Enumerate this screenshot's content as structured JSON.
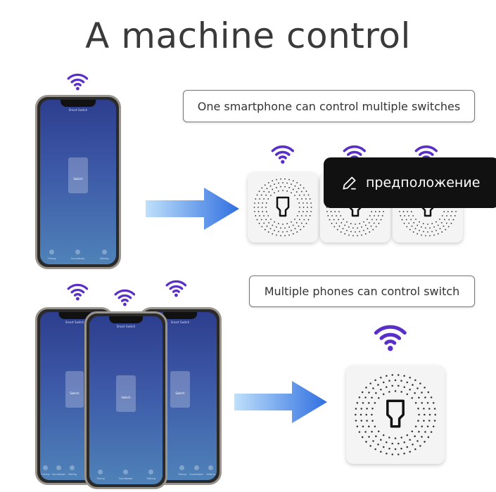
{
  "title": "A machine control",
  "labels": {
    "one_phone": "One smartphone can control multiple switches",
    "multi_phone": "Multiple phones can control switch"
  },
  "phone_screen": {
    "title": "Smart Switch",
    "card": "Switch",
    "tabs": [
      "Timing",
      "Countdown",
      "Setting"
    ]
  },
  "overlay": {
    "icon": "pencil-icon",
    "text": "предположение"
  },
  "colors": {
    "wifi": "#5a2fc8",
    "arrow": "#2f6fe0",
    "screen": "#3d5aa8"
  }
}
